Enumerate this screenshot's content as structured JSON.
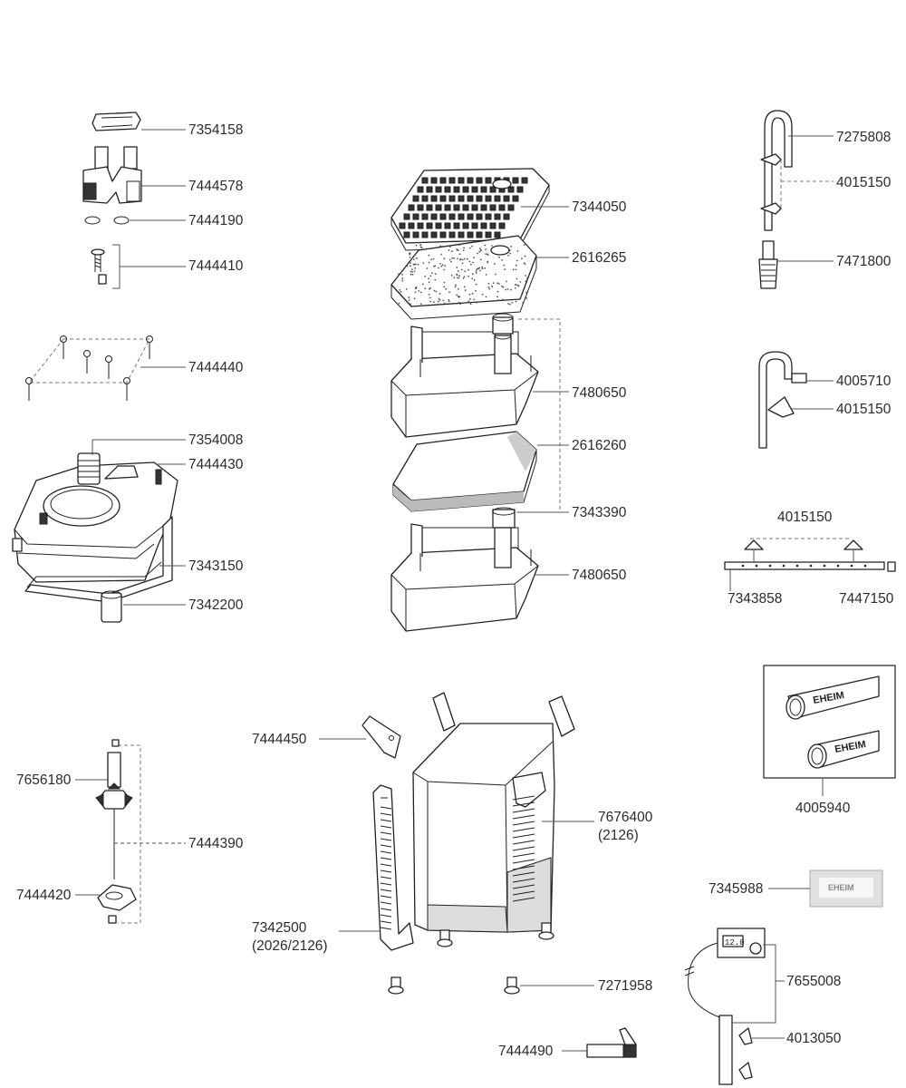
{
  "labels": {
    "p7354158": "7354158",
    "p7444578": "7444578",
    "p7444190": "7444190",
    "p7444410": "7444410",
    "p7444440": "7444440",
    "p7354008": "7354008",
    "p7444430": "7444430",
    "p7343150": "7343150",
    "p7342200": "7342200",
    "p7656180": "7656180",
    "p7444390": "7444390",
    "p7444420": "7444420",
    "p7444450": "7444450",
    "p7342500": "7342500",
    "p7342500_note": "(2026/2126)",
    "p7271958": "7271958",
    "p7444490": "7444490",
    "p7344050": "7344050",
    "p2616265": "2616265",
    "p7480650_top": "7480650",
    "p2616260": "2616260",
    "p7343390": "7343390",
    "p7480650_bottom": "7480650",
    "p7676400": "7676400",
    "p7676400_note": "(2126)",
    "p7275808": "7275808",
    "p4015150_a": "4015150",
    "p7471800": "7471800",
    "p4005710": "4005710",
    "p4015150_b": "4015150",
    "p4015150_c": "4015150",
    "p7343858": "7343858",
    "p7447150": "7447150",
    "p4005940": "4005940",
    "p7345988": "7345988",
    "p7655008": "7655008",
    "p4013050": "4013050"
  },
  "brand": {
    "hose_text_1": "EHEIM",
    "hose_text_2": "EHEIM",
    "grease_text": "EHEIM"
  },
  "thermometer_display": "12.0",
  "colors": {
    "line": "#222222",
    "label": "#2b2b2b",
    "leader": "#555555"
  }
}
